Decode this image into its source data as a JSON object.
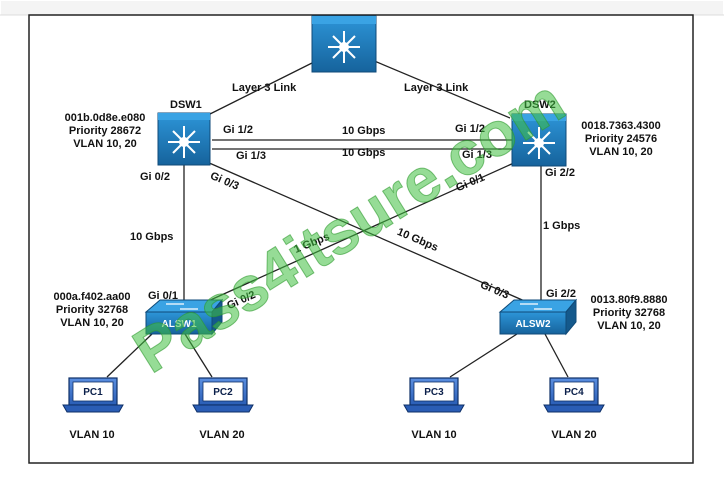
{
  "core": {
    "left_link": "Layer 3 Link",
    "right_link": "Layer 3 Link"
  },
  "dsw1": {
    "name": "DSW1",
    "info": [
      "001b.0d8e.e080",
      "Priority 28672",
      "VLAN 10, 20"
    ],
    "ports": {
      "gi12": "Gi 1/2",
      "gi13": "Gi 1/3",
      "gi02": "Gi 0/2",
      "gi03": "Gi 0/3"
    }
  },
  "dsw2": {
    "name": "DSW2",
    "info": [
      "0018.7363.4300",
      "Priority 24576",
      "VLAN 10, 20"
    ],
    "ports": {
      "gi12": "Gi 1/2",
      "gi13": "Gi 1/3",
      "gi01": "Gi 0/1",
      "gi22": "Gi 2/2"
    }
  },
  "alsw1": {
    "name": "ALSW1",
    "info": [
      "000a.f402.aa00",
      "Priority 32768",
      "VLAN 10, 20"
    ],
    "ports": {
      "gi01": "Gi 0/1",
      "gi02": "Gi 0/2"
    }
  },
  "alsw2": {
    "name": "ALSW2",
    "info": [
      "0013.80f9.8880",
      "Priority 32768",
      "VLAN 10, 20"
    ],
    "ports": {
      "gi03": "Gi 0/3",
      "gi22": "Gi 2/2"
    }
  },
  "links": {
    "top_speed": "10 Gbps",
    "bottom_speed": "10 Gbps",
    "left_vertical": "10 Gbps",
    "diag_1g": "1 Gbps",
    "diag_10g": "10 Gbps",
    "right_vertical": "1 Gbps"
  },
  "pcs": [
    {
      "name": "PC1",
      "vlan": "VLAN 10"
    },
    {
      "name": "PC2",
      "vlan": "VLAN 20"
    },
    {
      "name": "PC3",
      "vlan": "VLAN 10"
    },
    {
      "name": "PC4",
      "vlan": "VLAN 20"
    }
  ],
  "watermark": "Pass4itsure.com",
  "colors": {
    "switch_blue": "#1e7fc4",
    "switch_dark": "#14598c",
    "pc_screen": "#3a73c8",
    "link": "#222222",
    "watermark": "#3fbf3f"
  }
}
